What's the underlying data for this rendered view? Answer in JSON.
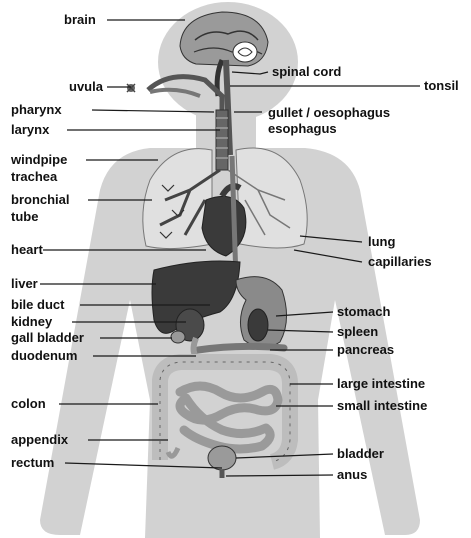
{
  "labels": {
    "brain": "brain",
    "uvula": "uvula",
    "pharynx": "pharynx",
    "larynx": "larynx",
    "windpipe": "windpipe",
    "trachea": "trachea",
    "bronchial": "bronchial",
    "tube": "tube",
    "heart": "heart",
    "liver": "liver",
    "bile_duct": "bile duct",
    "kidney": "kidney",
    "gall_bladder": "gall bladder",
    "duodenum": "duodenum",
    "colon": "colon",
    "appendix": "appendix",
    "rectum": "rectum",
    "spinal_cord": "spinal cord",
    "tonsil": "tonsil",
    "gullet": "gullet / oesophagus",
    "esophagus": "esophagus",
    "lung": "lung",
    "capillaries": "capillaries",
    "stomach": "stomach",
    "spleen": "spleen",
    "pancreas": "pancreas",
    "large_intestine": "large intestine",
    "small_intestine": "small intestine",
    "bladder": "bladder",
    "anus": "anus"
  },
  "colors": {
    "silhouette": "#d2d2d2",
    "organ_dark": "#3a3a3a",
    "organ_mid": "#8a8a8a",
    "organ_light": "#bdbdbd",
    "intestine": "#e6e6e6"
  }
}
